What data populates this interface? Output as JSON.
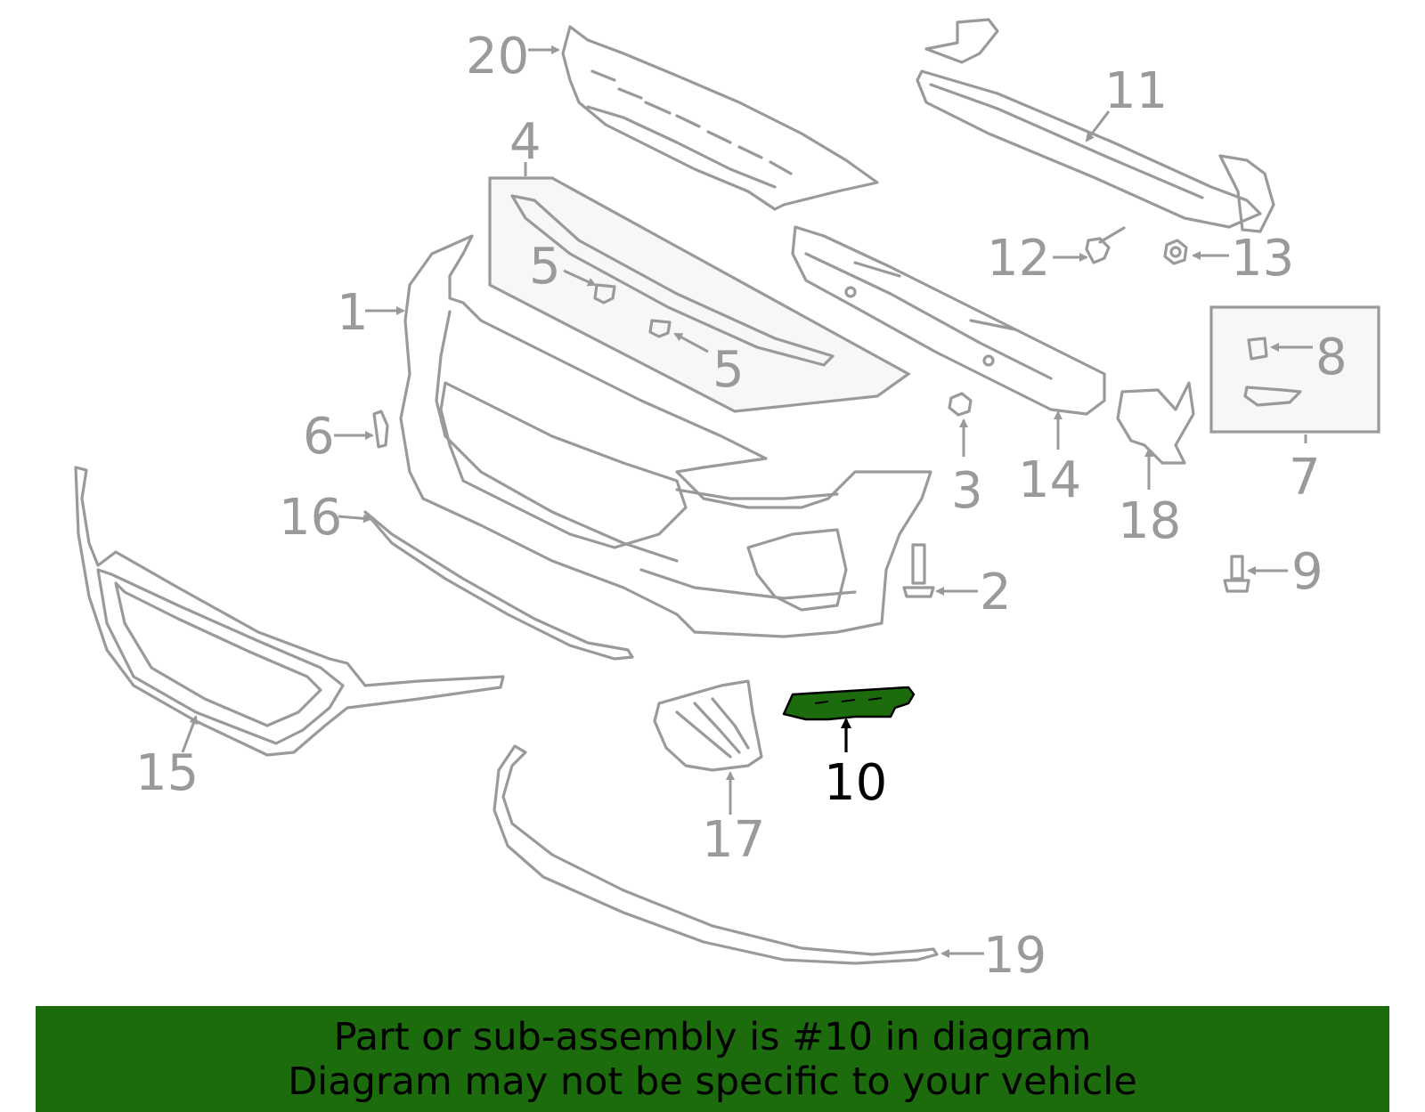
{
  "colors": {
    "part_stroke": "#9a9a9a",
    "highlight_fill": "#1c6b0c",
    "banner_bg": "#1c6b0c",
    "text_highlight": "#000000",
    "panel_fill": "#f7f7f7"
  },
  "callouts": {
    "c1": "1",
    "c2": "2",
    "c3": "3",
    "c4": "4",
    "c5a": "5",
    "c5b": "5",
    "c6": "6",
    "c7": "7",
    "c8": "8",
    "c9": "9",
    "c10": "10",
    "c11": "11",
    "c12": "12",
    "c13": "13",
    "c14": "14",
    "c15": "15",
    "c16": "16",
    "c17": "17",
    "c18": "18",
    "c19": "19",
    "c20": "20"
  },
  "highlighted_part": "10",
  "banner": {
    "line1": "Part or sub-assembly is #10 in diagram",
    "line2": "Diagram may not be specific to your vehicle"
  }
}
